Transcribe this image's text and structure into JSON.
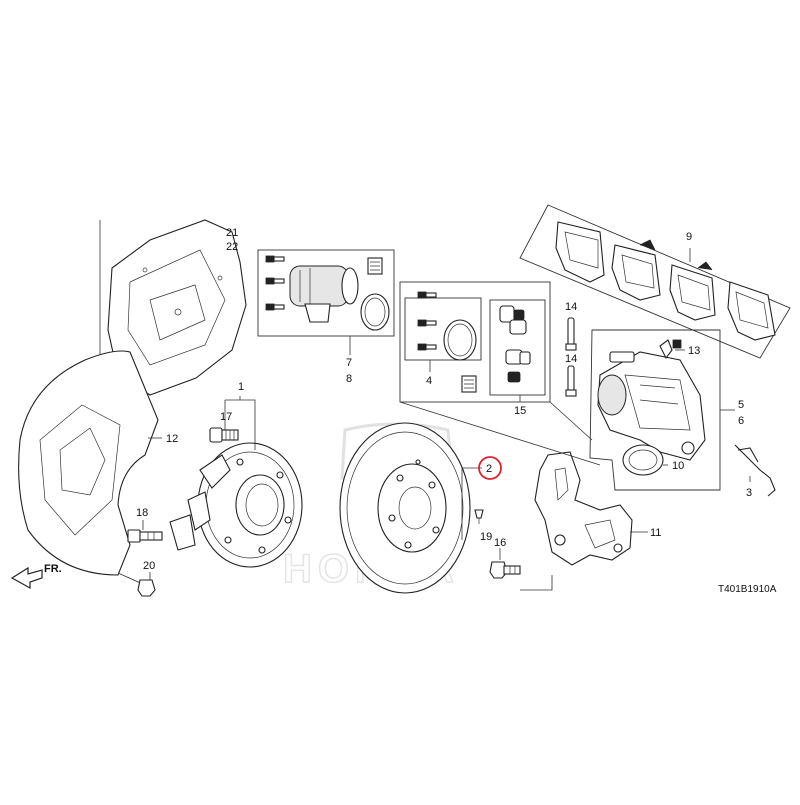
{
  "diagram": {
    "drawing_code": "T401B1910A",
    "direction_label": "FR.",
    "watermark_text": "HONDA",
    "highlighted_callout": "2",
    "highlight_color": "#e0202a",
    "callouts": {
      "c1": "1",
      "c2": "2",
      "c3": "3",
      "c4": "4",
      "c5": "5",
      "c6": "6",
      "c7": "7",
      "c8": "8",
      "c9": "9",
      "c10": "10",
      "c11": "11",
      "c12": "12",
      "c13": "13",
      "c14a": "14",
      "c14b": "14",
      "c15": "15",
      "c16": "16",
      "c17": "17",
      "c18": "18",
      "c19": "19",
      "c20": "20",
      "c21": "21",
      "c22": "22"
    }
  }
}
